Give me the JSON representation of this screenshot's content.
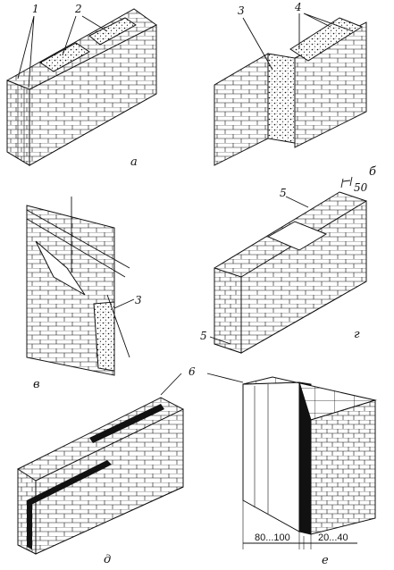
{
  "panel_labels": [
    "а",
    "б",
    "в",
    "г",
    "д",
    "е"
  ],
  "callouts": {
    "n1": "1",
    "n2": "2",
    "n3_b": "3",
    "n4": "4",
    "n3_v": "3",
    "n5_top": "5",
    "n5_side": "5",
    "n50": "50",
    "n6": "6"
  },
  "dimensions": {
    "insulation": "80...100",
    "gap": "20...40"
  },
  "colors": {
    "ink": "#111111",
    "brick_face": "#ffffff",
    "brick_top": "#f2f2f2",
    "fill": "#cfcfcf",
    "dark_layer": "#111111"
  }
}
